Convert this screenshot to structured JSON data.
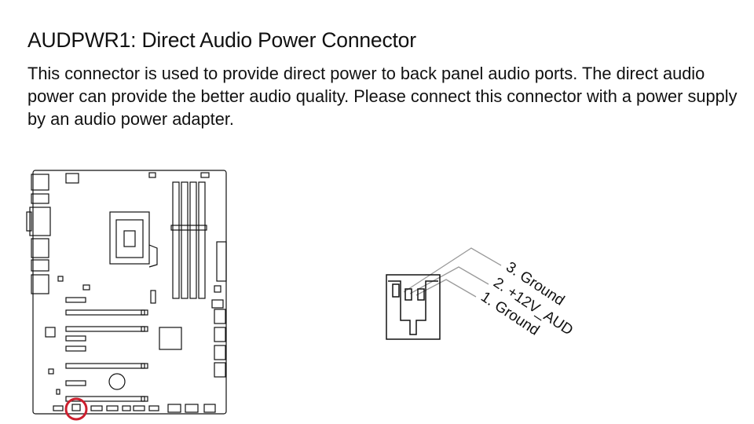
{
  "heading": "AUDPWR1: Direct Audio Power Connector",
  "description": "This connector is used to provide direct power to back panel audio ports. The direct audio power can provide the better audio quality. Please connect this connector with a power supply by an audio power adapter.",
  "pins": [
    {
      "label": "3. Ground"
    },
    {
      "label": "2. +12V_AUD"
    },
    {
      "label": "1. Ground"
    }
  ],
  "colors": {
    "highlight_circle": "#cc1f2e",
    "outline": "#111111",
    "leader_line": "#999999"
  }
}
